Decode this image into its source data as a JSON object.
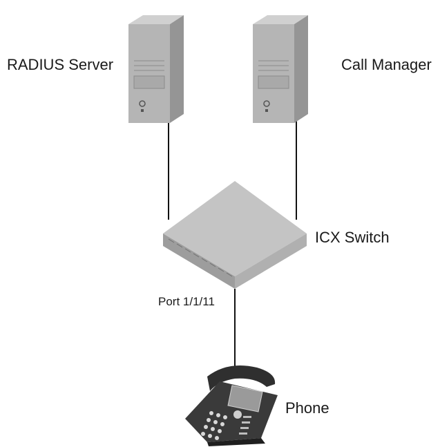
{
  "nodes": {
    "radius_server": {
      "label": "RADIUS Server"
    },
    "call_manager": {
      "label": "Call Manager"
    },
    "switch": {
      "label": "ICX Switch"
    },
    "phone": {
      "label": "Phone"
    }
  },
  "links": [
    {
      "from": "radius_server",
      "to": "switch"
    },
    {
      "from": "call_manager",
      "to": "switch"
    },
    {
      "from": "switch",
      "to": "phone",
      "label": "Port 1/1/11"
    }
  ],
  "colors": {
    "device_light": "#bdbdbd",
    "device_mid": "#a6a6a6",
    "device_dark": "#8e8e8e",
    "phone_body": "#3c3c3c",
    "line": "#111111"
  }
}
